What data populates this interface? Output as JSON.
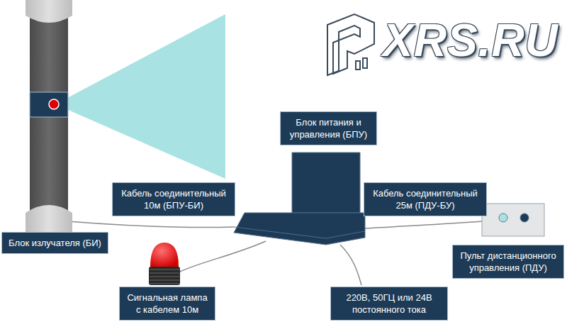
{
  "diagram": {
    "nodes": [
      {
        "text": [
          "Блок излучателя (БИ)"
        ]
      },
      {
        "text": [
          "Кабель соединительный 10м (БПУ-БИ)"
        ]
      },
      {
        "text": [
          "Блок питания и управления (БПУ)"
        ]
      },
      {
        "text": [
          "Кабель соединительный 25м (ПДУ-БУ)"
        ]
      },
      {
        "text": [
          "Пульт дистанционного управления (ПДУ)"
        ]
      },
      {
        "text": [
          "Сигнальная лампа с кабелем 10м"
        ]
      },
      {
        "text": [
          "220В, 50ГЦ или 24В постоянного тока"
        ]
      }
    ],
    "labels": [
      "XRS.RU"
    ]
  }
}
